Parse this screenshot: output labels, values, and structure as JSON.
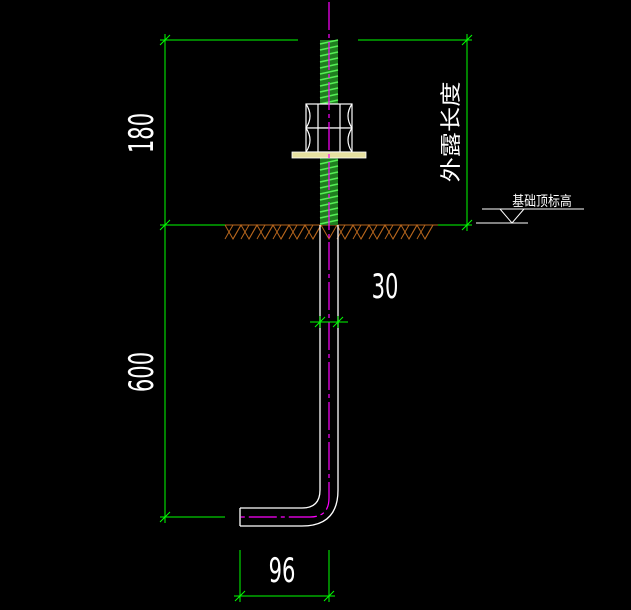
{
  "drawing": {
    "dimensions": {
      "exposed_length": "180",
      "embed_length": "600",
      "bar_diameter": "30",
      "hook_length": "96"
    },
    "labels": {
      "exposed_length_note": "外露长度",
      "foundation_top": "基础顶标高"
    }
  },
  "colors": {
    "background": "#000000",
    "dimension": "#00ff00",
    "bolt": "#ffffff",
    "thread": "#33dd33",
    "centerline": "#ff00ff",
    "washer": "#e6e0a0",
    "ground_hatch": "#b5651d",
    "text": "#ffffff"
  }
}
